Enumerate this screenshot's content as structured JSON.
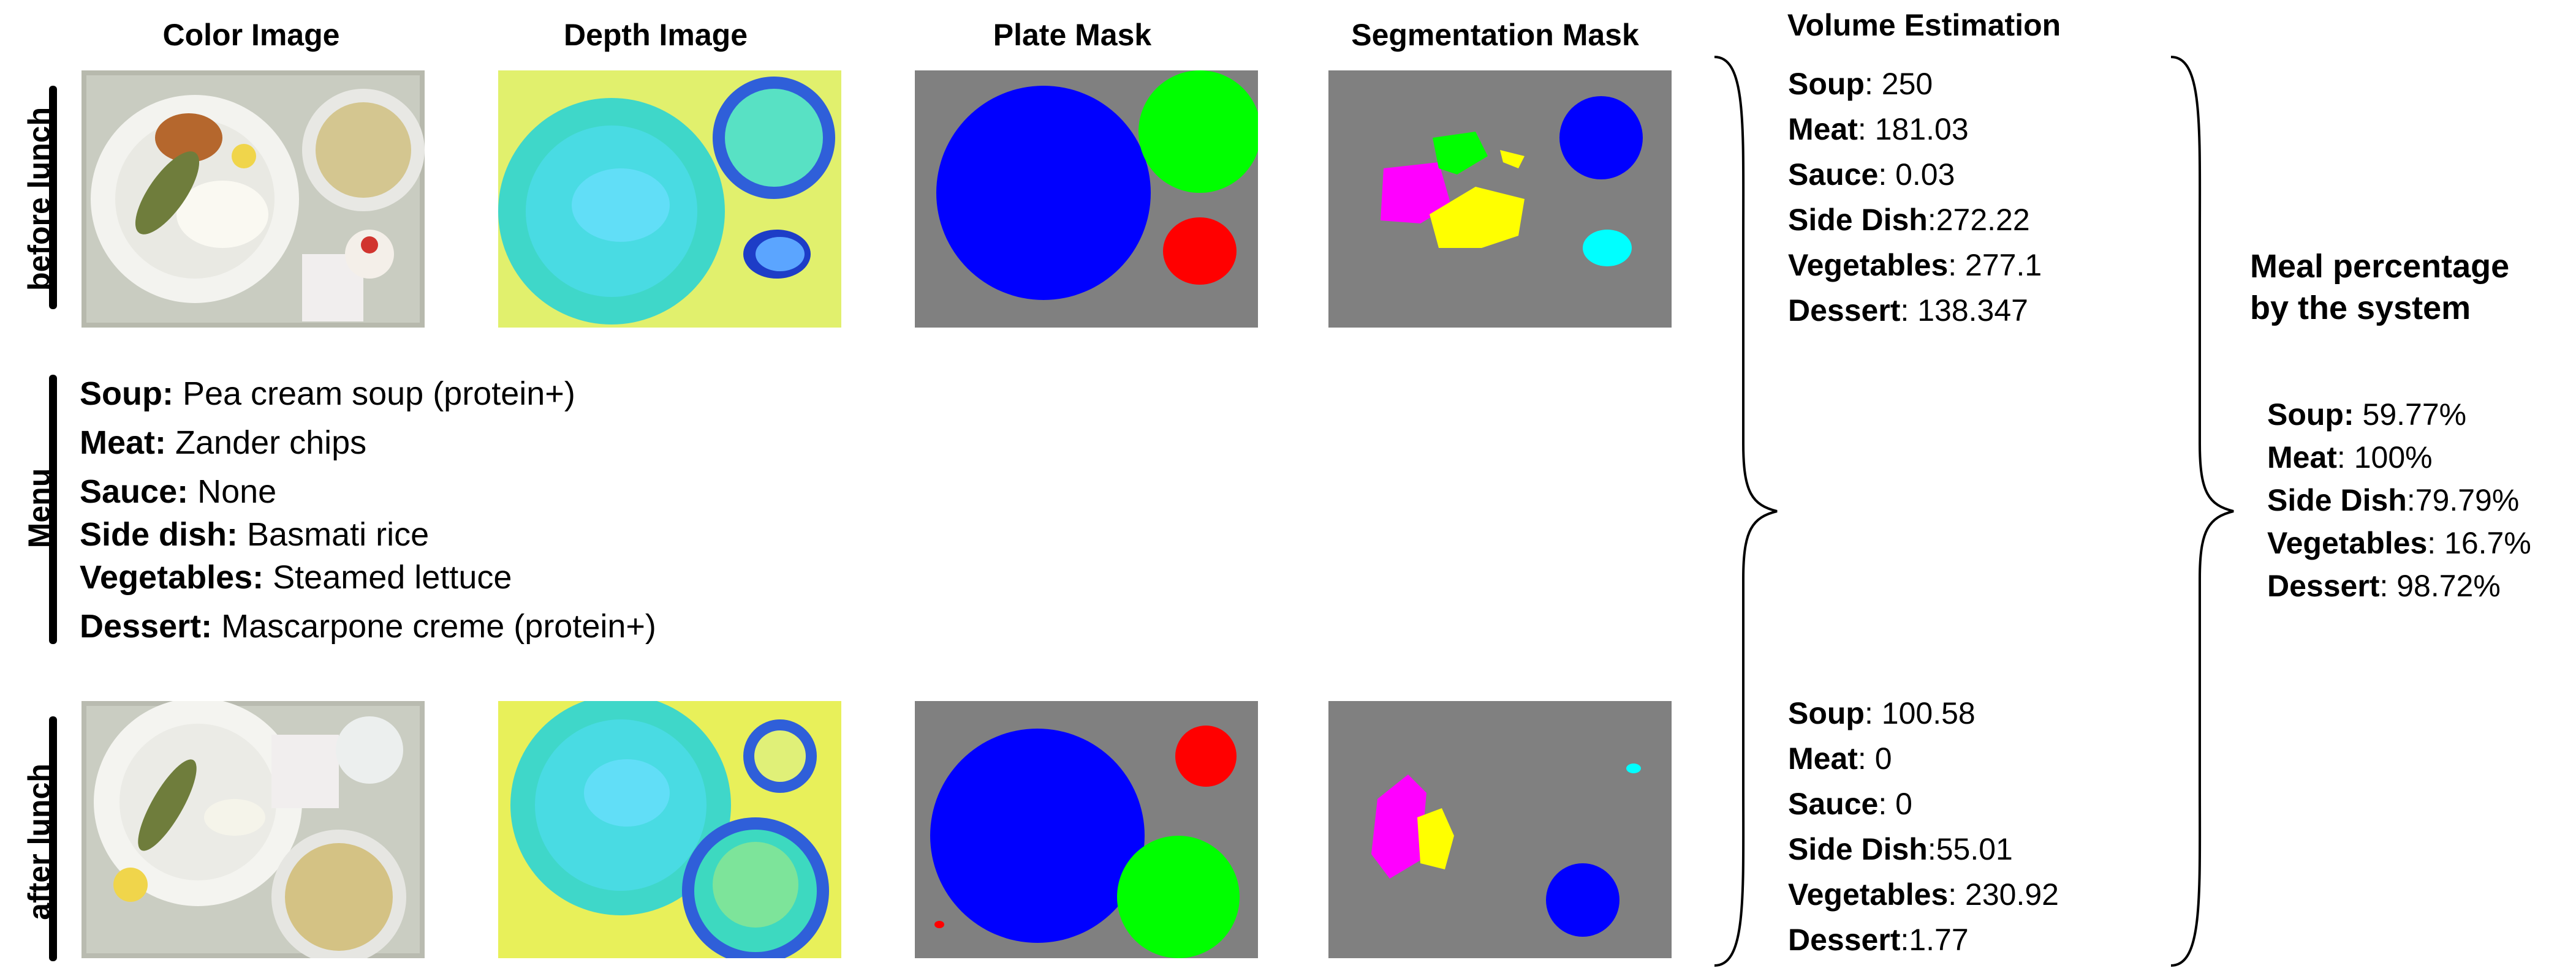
{
  "columns": {
    "color": "Color Image",
    "depth": "Depth Image",
    "plate": "Plate Mask",
    "segmentation": "Segmentation Mask",
    "volume": "Volume Estimation"
  },
  "rows": {
    "before": "before lunch",
    "menu": "Menu",
    "after": "after lunch"
  },
  "menu": [
    {
      "key": "Soup:",
      "value": " Pea cream soup (protein+)"
    },
    {
      "key": "Meat:",
      "value": " Zander chips"
    },
    {
      "key": "Sauce:",
      "value": " None"
    },
    {
      "key": "Side dish:",
      "value": " Basmati rice"
    },
    {
      "key": "Vegetables:",
      "value": " Steamed lettuce"
    },
    {
      "key": "Dessert:",
      "value": " Mascarpone creme (protein+)"
    }
  ],
  "volume_before": [
    {
      "key": "Soup",
      "value": ": 250"
    },
    {
      "key": "Meat",
      "value": ":  181.03"
    },
    {
      "key": "Sauce",
      "value": ":  0.03"
    },
    {
      "key": "Side Dish",
      "value": ":272.22"
    },
    {
      "key": "Vegetables",
      "value": ":  277.1"
    },
    {
      "key": "Dessert",
      "value": ": 138.347"
    }
  ],
  "volume_after": [
    {
      "key": "Soup",
      "value": ":  100.58"
    },
    {
      "key": "Meat",
      "value": ": 0"
    },
    {
      "key": "Sauce",
      "value": ": 0"
    },
    {
      "key": "Side Dish",
      "value": ":55.01"
    },
    {
      "key": "Vegetables",
      "value": ":  230.92"
    },
    {
      "key": "Dessert",
      "value": ":1.77"
    }
  ],
  "meal_percentage": {
    "title_line1": "Meal percentage",
    "title_line2": "by the system",
    "items": [
      {
        "key": "Soup:",
        "value": "  59.77%"
      },
      {
        "key": "Meat",
        "value": ":  100%"
      },
      {
        "key": "Side Dish",
        "value": ":79.79%"
      },
      {
        "key": "Vegetables",
        "value": ":  16.7%"
      },
      {
        "key": "Dessert",
        "value": ": 98.72%"
      }
    ]
  },
  "colors": {
    "mask_bg": "#808080",
    "blue": "#0000ff",
    "green": "#00ff00",
    "red": "#ff0000",
    "magenta": "#ff00ff",
    "yellow": "#ffff00",
    "cyan": "#00ffff"
  }
}
